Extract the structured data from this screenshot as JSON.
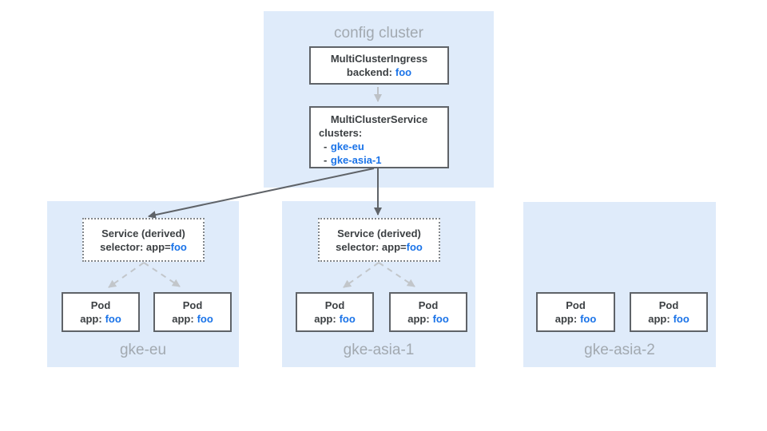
{
  "colors": {
    "zone_bg": "#DFEBFA",
    "node_bg": "#FFFFFF",
    "node_border": "#5F6368",
    "dotted_border": "#82878C",
    "text_dark": "#3C4043",
    "text_blue": "#1A73E8",
    "zone_label_gray": "#A2A9B0",
    "arrow_dark": "#5F6368",
    "arrow_light": "#BDC1C6",
    "arrow_dashed": "#C2C6CA"
  },
  "config_cluster": {
    "title": "config cluster",
    "mci": {
      "name": "MultiClusterIngress",
      "backend_label": "backend:",
      "backend_value": "foo"
    },
    "mcs": {
      "name": "MultiClusterService",
      "clusters_label": "clusters:",
      "entries": [
        {
          "prefix": "-",
          "name": "gke-eu"
        },
        {
          "prefix": "-",
          "name": "gke-asia-1"
        }
      ]
    }
  },
  "clusters": [
    {
      "name": "gke-eu",
      "service": {
        "title": "Service (derived)",
        "selector_label": "selector: app=",
        "selector_value": "foo"
      },
      "pods": [
        {
          "title": "Pod",
          "app_label": "app:",
          "app_value": "foo"
        },
        {
          "title": "Pod",
          "app_label": "app:",
          "app_value": "foo"
        }
      ]
    },
    {
      "name": "gke-asia-1",
      "service": {
        "title": "Service (derived)",
        "selector_label": "selector: app=",
        "selector_value": "foo"
      },
      "pods": [
        {
          "title": "Pod",
          "app_label": "app:",
          "app_value": "foo"
        },
        {
          "title": "Pod",
          "app_label": "app:",
          "app_value": "foo"
        }
      ]
    },
    {
      "name": "gke-asia-2",
      "pods": [
        {
          "title": "Pod",
          "app_label": "app:",
          "app_value": "foo"
        },
        {
          "title": "Pod",
          "app_label": "app:",
          "app_value": "foo"
        }
      ]
    }
  ]
}
